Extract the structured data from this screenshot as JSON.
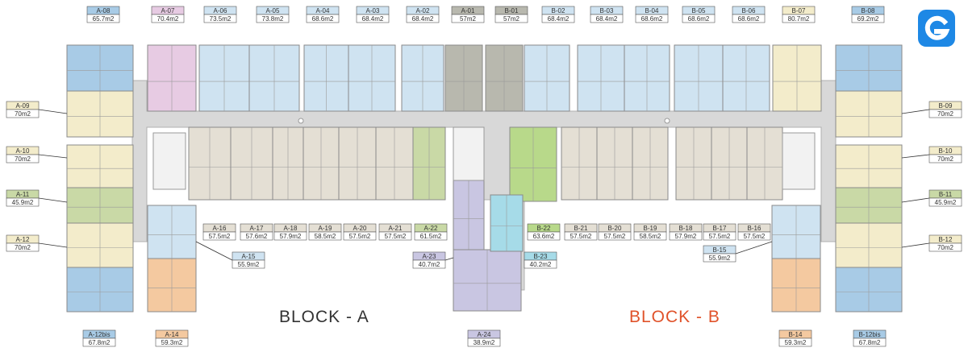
{
  "blocks": {
    "a_label": "BLOCK - A",
    "b_label": "BLOCK - B",
    "a_color": "#333333",
    "b_color": "#e0522a"
  },
  "logo": {
    "icon": "g-logo-icon",
    "color": "#1e88e5"
  },
  "colors": {
    "blue": "#a8cbe6",
    "lightblue": "#cfe3f1",
    "cream": "#f3eccb",
    "beige": "#e4dfd4",
    "green": "#c9d9a6",
    "brightgreen": "#b8d98a",
    "pink": "#e7cbe3",
    "grey": "#b8b8ae",
    "cyan": "#a6dbe8",
    "lavender": "#c9c6e2",
    "orange": "#f4c9a0",
    "corridor": "#d8d8d8"
  },
  "units": {
    "a08": {
      "name": "A-08",
      "area": "65.7m2",
      "color": "blue"
    },
    "a07": {
      "name": "A-07",
      "area": "70.4m2",
      "color": "pink"
    },
    "a06": {
      "name": "A-06",
      "area": "73.5m2",
      "color": "lightblue"
    },
    "a05": {
      "name": "A-05",
      "area": "73.8m2",
      "color": "lightblue"
    },
    "a04": {
      "name": "A-04",
      "area": "68.6m2",
      "color": "lightblue"
    },
    "a03": {
      "name": "A-03",
      "area": "68.4m2",
      "color": "lightblue"
    },
    "a02": {
      "name": "A-02",
      "area": "68.4m2",
      "color": "lightblue"
    },
    "a01": {
      "name": "A-01",
      "area": "57m2",
      "color": "grey"
    },
    "b01": {
      "name": "B-01",
      "area": "57m2",
      "color": "grey"
    },
    "b02": {
      "name": "B-02",
      "area": "68.4m2",
      "color": "lightblue"
    },
    "b03": {
      "name": "B-03",
      "area": "68.4m2",
      "color": "lightblue"
    },
    "b04": {
      "name": "B-04",
      "area": "68.6m2",
      "color": "lightblue"
    },
    "b05": {
      "name": "B-05",
      "area": "68.6m2",
      "color": "lightblue"
    },
    "b06": {
      "name": "B-06",
      "area": "68.6m2",
      "color": "lightblue"
    },
    "b07": {
      "name": "B-07",
      "area": "80.7m2",
      "color": "cream"
    },
    "b08": {
      "name": "B-08",
      "area": "69.2m2",
      "color": "blue"
    },
    "a09": {
      "name": "A-09",
      "area": "70m2",
      "color": "cream"
    },
    "a10": {
      "name": "A-10",
      "area": "70m2",
      "color": "cream"
    },
    "a11": {
      "name": "A-11",
      "area": "45.9m2",
      "color": "green"
    },
    "a12": {
      "name": "A-12",
      "area": "70m2",
      "color": "cream"
    },
    "a12b": {
      "name": "A-12bis",
      "area": "67.8m2",
      "color": "blue"
    },
    "a14": {
      "name": "A-14",
      "area": "59.3m2",
      "color": "orange"
    },
    "a15": {
      "name": "A-15",
      "area": "55.9m2",
      "color": "lightblue"
    },
    "a16": {
      "name": "A-16",
      "area": "57.5m2",
      "color": "beige"
    },
    "a17": {
      "name": "A-17",
      "area": "57.6m2",
      "color": "beige"
    },
    "a18": {
      "name": "A-18",
      "area": "57.9m2",
      "color": "beige"
    },
    "a19": {
      "name": "A-19",
      "area": "58.5m2",
      "color": "beige"
    },
    "a20": {
      "name": "A-20",
      "area": "57.5m2",
      "color": "beige"
    },
    "a21": {
      "name": "A-21",
      "area": "57.5m2",
      "color": "beige"
    },
    "a22": {
      "name": "A-22",
      "area": "61.5m2",
      "color": "green"
    },
    "a23": {
      "name": "A-23",
      "area": "40.7m2",
      "color": "lavender"
    },
    "a24": {
      "name": "A-24",
      "area": "38.9m2",
      "color": "lavender"
    },
    "b22": {
      "name": "B-22",
      "area": "63.6m2",
      "color": "brightgreen"
    },
    "b23": {
      "name": "B-23",
      "area": "40.2m2",
      "color": "cyan"
    },
    "b21": {
      "name": "B-21",
      "area": "57.5m2",
      "color": "beige"
    },
    "b20": {
      "name": "B-20",
      "area": "57.5m2",
      "color": "beige"
    },
    "b19": {
      "name": "B-19",
      "area": "58.5m2",
      "color": "beige"
    },
    "b18": {
      "name": "B-18",
      "area": "57.9m2",
      "color": "beige"
    },
    "b17": {
      "name": "B-17",
      "area": "57.5m2",
      "color": "beige"
    },
    "b16": {
      "name": "B-16",
      "area": "57.5m2",
      "color": "beige"
    },
    "b15": {
      "name": "B-15",
      "area": "55.9m2",
      "color": "lightblue"
    },
    "b14": {
      "name": "B-14",
      "area": "59.3m2",
      "color": "orange"
    },
    "b12b": {
      "name": "B-12bis",
      "area": "67.8m2",
      "color": "blue"
    },
    "b12": {
      "name": "B-12",
      "area": "70m2",
      "color": "cream"
    },
    "b11": {
      "name": "B-11",
      "area": "45.9m2",
      "color": "green"
    },
    "b10": {
      "name": "B-10",
      "area": "70m2",
      "color": "cream"
    },
    "b09": {
      "name": "B-09",
      "area": "70m2",
      "color": "cream"
    }
  }
}
